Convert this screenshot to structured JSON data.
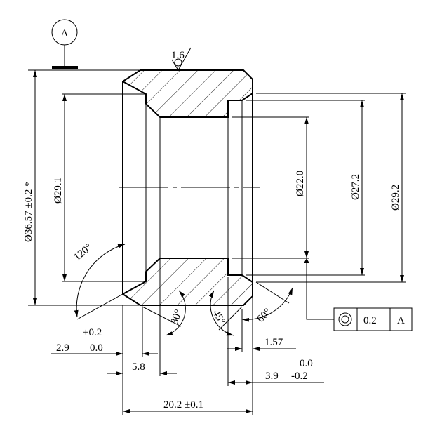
{
  "datum": {
    "label": "A"
  },
  "roughness": {
    "value": "1.6"
  },
  "dimensions": {
    "outer_dia": "Ø36.57  ±0.2  *",
    "bore_left_dia": "Ø29.1",
    "bore_dia": "Ø22.0",
    "groove_dia": "Ø27.2",
    "right_dia": "Ø29.2",
    "angle_120": "120°",
    "angle_30": "30°",
    "angle_45": "45°",
    "angle_60": "60°",
    "tol_upper_29": "+0.2",
    "len_29": "2.9",
    "tol_lower_29": "0.0",
    "len_58": "5.8",
    "len_157": "1.57",
    "tol_upper_39": "0.0",
    "len_39": "3.9",
    "tol_lower_39": "-0.2",
    "total_length": "20.2  ±0.1"
  },
  "feature_control": {
    "symbol": "concentricity",
    "tolerance": "0.2",
    "datum": "A"
  }
}
